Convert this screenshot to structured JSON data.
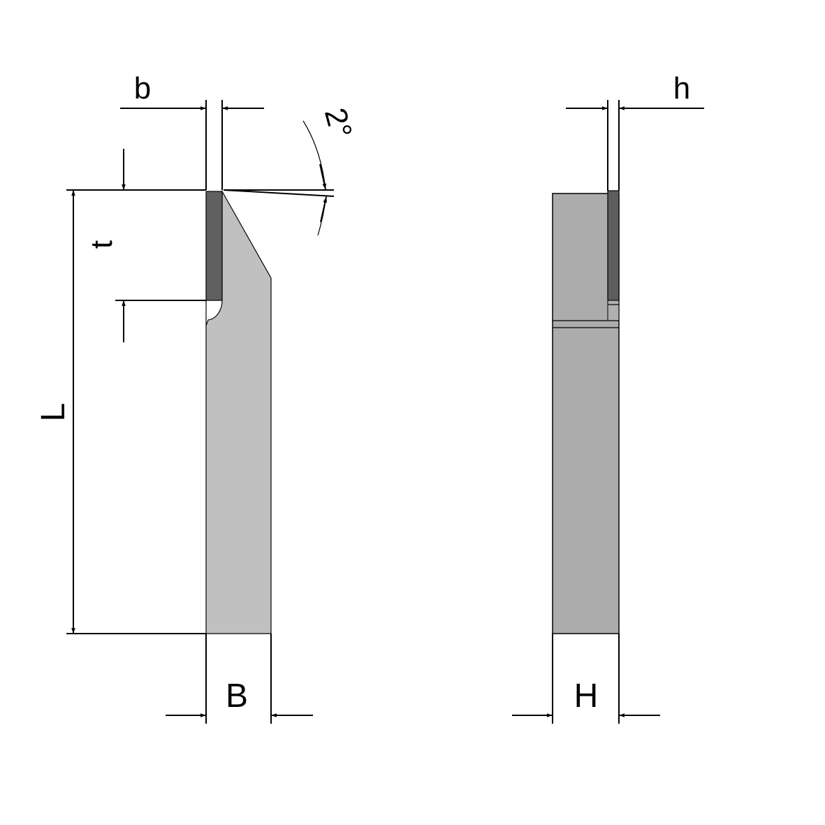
{
  "labels": {
    "b": "b",
    "t": "t",
    "L": "L",
    "B": "B",
    "h": "h",
    "H": "H",
    "angle": "2°"
  },
  "colors": {
    "insert": "#606060",
    "body_side": "#c0c0c0",
    "body_front": "#acacac"
  }
}
